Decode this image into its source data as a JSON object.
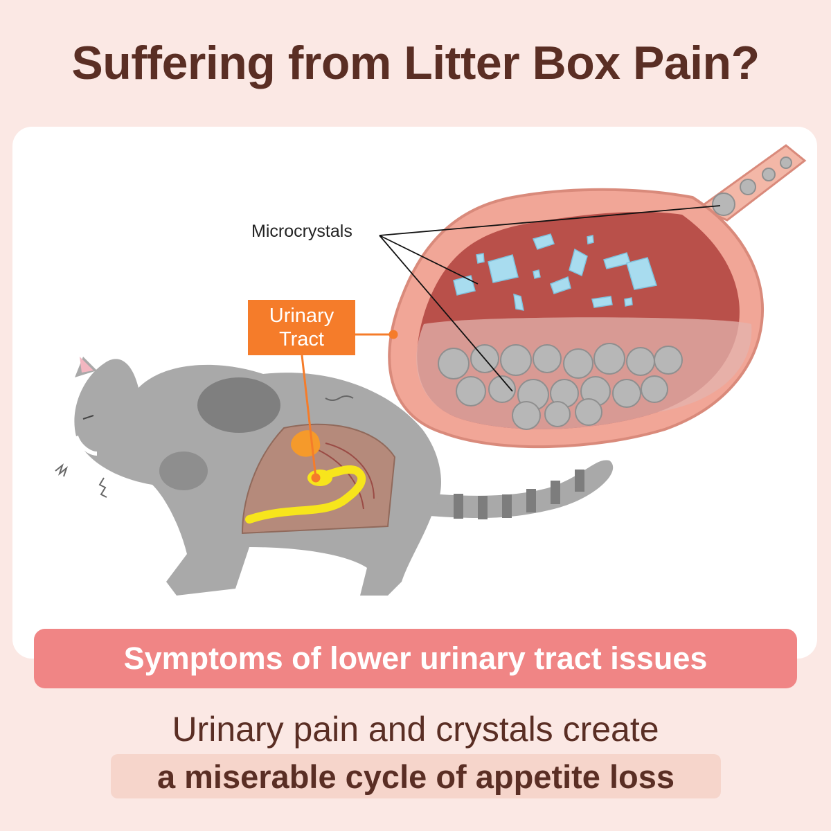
{
  "headline": "Suffering from Litter Box Pain?",
  "labels": {
    "microcrystals": "Microcrystals",
    "urinary_tract": "Urinary\nTract"
  },
  "banner": "Symptoms of lower urinary tract issues",
  "subtext": {
    "line1": "Urinary pain and crystals create",
    "line2": "a miserable cycle of appetite loss"
  },
  "colors": {
    "background": "#fbe8e4",
    "headline_text": "#5a2e24",
    "banner_bg": "#f08585",
    "tag_bg": "#f57c2a",
    "highlight_bg": "#f6d5cb",
    "bladder_wall": "#e8968a",
    "bladder_inner": "#c0574f",
    "urine_tract": "#f7e51c",
    "cat_fur": "#a9a9a9"
  }
}
